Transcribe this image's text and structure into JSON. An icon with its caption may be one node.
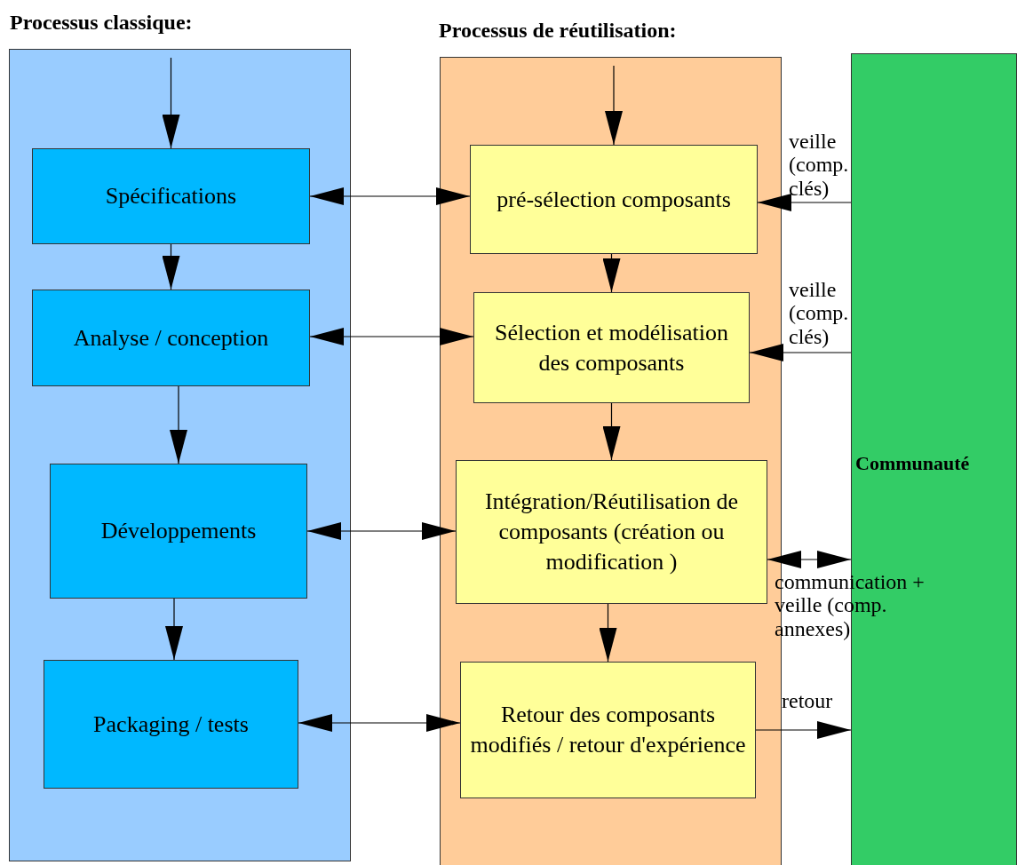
{
  "diagram": {
    "nodes": [
      {
        "text": [
          "Processus classique:"
        ]
      },
      {
        "text": [
          "Spécifications"
        ],
        "in": 0
      },
      {
        "text": [
          "Analyse / conception"
        ],
        "in": 0
      },
      {
        "text": [
          "Développements"
        ],
        "in": 0
      },
      {
        "text": [
          "Packaging / tests"
        ],
        "in": 0
      },
      {
        "text": [
          "Processus de réutilisation:"
        ]
      },
      {
        "text": [
          "pré-sélection composants"
        ],
        "in": 5
      },
      {
        "text": [
          "Sélection et modélisation des composants"
        ],
        "in": 5
      },
      {
        "text": [
          "Intégration/Réutilisation de composants (création ou modification )"
        ],
        "in": 5
      },
      {
        "text": [
          "Retour des composants modifiés / retour d'expérience"
        ],
        "in": 5
      },
      {
        "text": [
          "Communauté"
        ]
      }
    ],
    "edges": [
      {
        "from": null,
        "to": 1,
        "arrow": "to"
      },
      {
        "from": 1,
        "to": 2,
        "arrow": "to"
      },
      {
        "from": 2,
        "to": 3,
        "arrow": "to"
      },
      {
        "from": 3,
        "to": 4,
        "arrow": "to"
      },
      {
        "from": null,
        "to": 6,
        "arrow": "to"
      },
      {
        "from": 6,
        "to": 7,
        "arrow": "to"
      },
      {
        "from": 7,
        "to": 8,
        "arrow": "to"
      },
      {
        "from": 8,
        "to": 9,
        "arrow": "to"
      },
      {
        "from": 1,
        "to": 6,
        "arrow": "both"
      },
      {
        "from": 2,
        "to": 7,
        "arrow": "both"
      },
      {
        "from": 3,
        "to": 8,
        "arrow": "both"
      },
      {
        "from": 4,
        "to": 9,
        "arrow": "both"
      },
      {
        "from": 10,
        "to": 6,
        "arrow": "to",
        "label": "veille (comp. clés)"
      },
      {
        "from": 10,
        "to": 7,
        "arrow": "to",
        "label": "veille (comp. clés)"
      },
      {
        "from": 8,
        "to": 10,
        "arrow": "both",
        "label": "communication + veille (comp. annexes)"
      },
      {
        "from": 9,
        "to": 10,
        "arrow": "to",
        "label": "retour"
      }
    ]
  }
}
